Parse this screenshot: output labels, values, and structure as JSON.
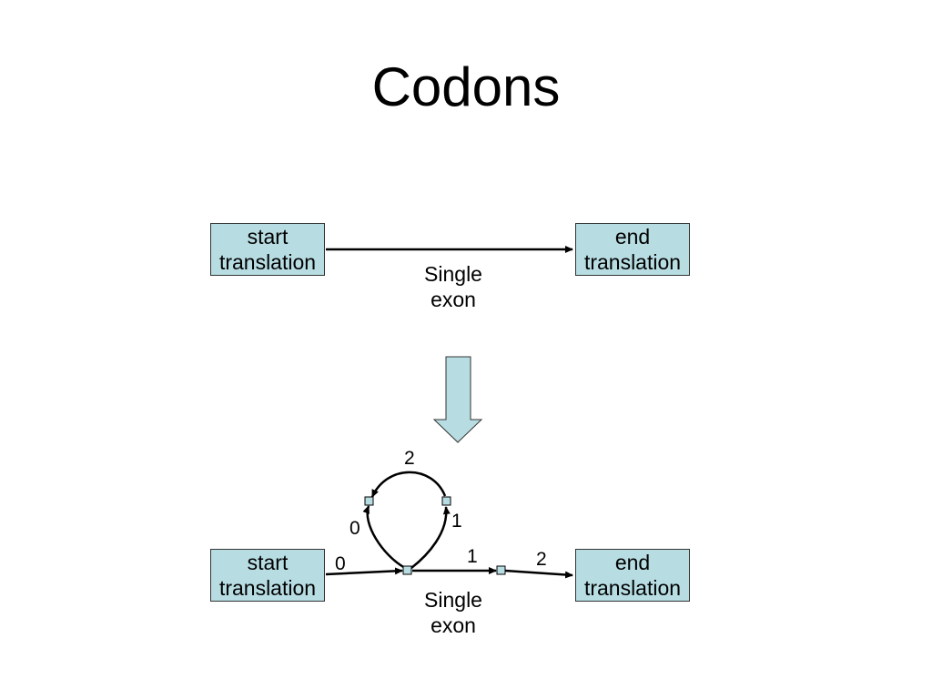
{
  "title": "Codons",
  "top": {
    "start_box": {
      "line1": "start",
      "line2": "translation"
    },
    "end_box": {
      "line1": "end",
      "line2": "translation"
    },
    "edge_label": {
      "line1": "Single",
      "line2": "exon"
    }
  },
  "bottom": {
    "start_box": {
      "line1": "start",
      "line2": "translation"
    },
    "end_box": {
      "line1": "end",
      "line2": "translation"
    },
    "edge_label": {
      "line1": "Single",
      "line2": "exon"
    },
    "edge_numbers": {
      "start_to_node": "0",
      "loop_left": "0",
      "loop_top": "2",
      "loop_right": "1",
      "node_to_node": "1",
      "node_to_end": "2"
    }
  },
  "colors": {
    "box_fill": "#b7dde3",
    "arrow_fill": "#b7dde3",
    "node_fill": "#b7dde3",
    "stroke": "#000000"
  }
}
